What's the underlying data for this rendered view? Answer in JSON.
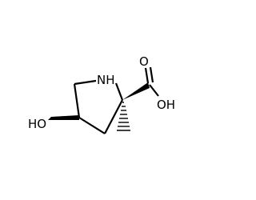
{
  "molecule": {
    "atoms": {
      "nh": "NH",
      "oh_left": "HO",
      "carbonyl_o": "O",
      "acid_oh": "OH"
    }
  },
  "colors": {
    "background": "#ffffff",
    "bond": "#000000",
    "label": "#000000"
  }
}
